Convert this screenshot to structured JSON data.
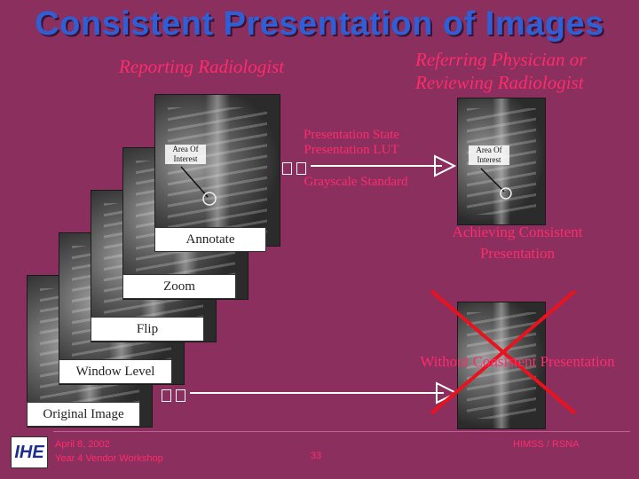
{
  "title": "Consistent Presentation of Images",
  "left_heading": "Reporting Radiologist",
  "right_heading": "Referring Physician or Reviewing Radiologist",
  "presentation_state": "Presentation State",
  "presentation_lut": "Presentation LUT",
  "grayscale_standard": "Grayscale Standard",
  "area_of_interest_left": "Area Of Interest",
  "area_of_interest_right": "Area Of Interest",
  "stack_labels": {
    "annotate": "Annotate",
    "zoom": "Zoom",
    "flip": "Flip",
    "window_level": "Window Level",
    "original_image": "Original Image"
  },
  "achieving": "Achieving Consistent Presentation",
  "without": "Without Consistent Presentation",
  "footer": {
    "date": "April 8, 2002",
    "workshop": "Year 4 Vendor Workshop",
    "page": "33",
    "org": "HIMSS / RSNA",
    "logo_text": "IHE"
  },
  "colors": {
    "background": "#8a2f5e",
    "title": "#2f5fd6",
    "accent_text": "#ff2b6b",
    "cross": "#e8131f"
  }
}
